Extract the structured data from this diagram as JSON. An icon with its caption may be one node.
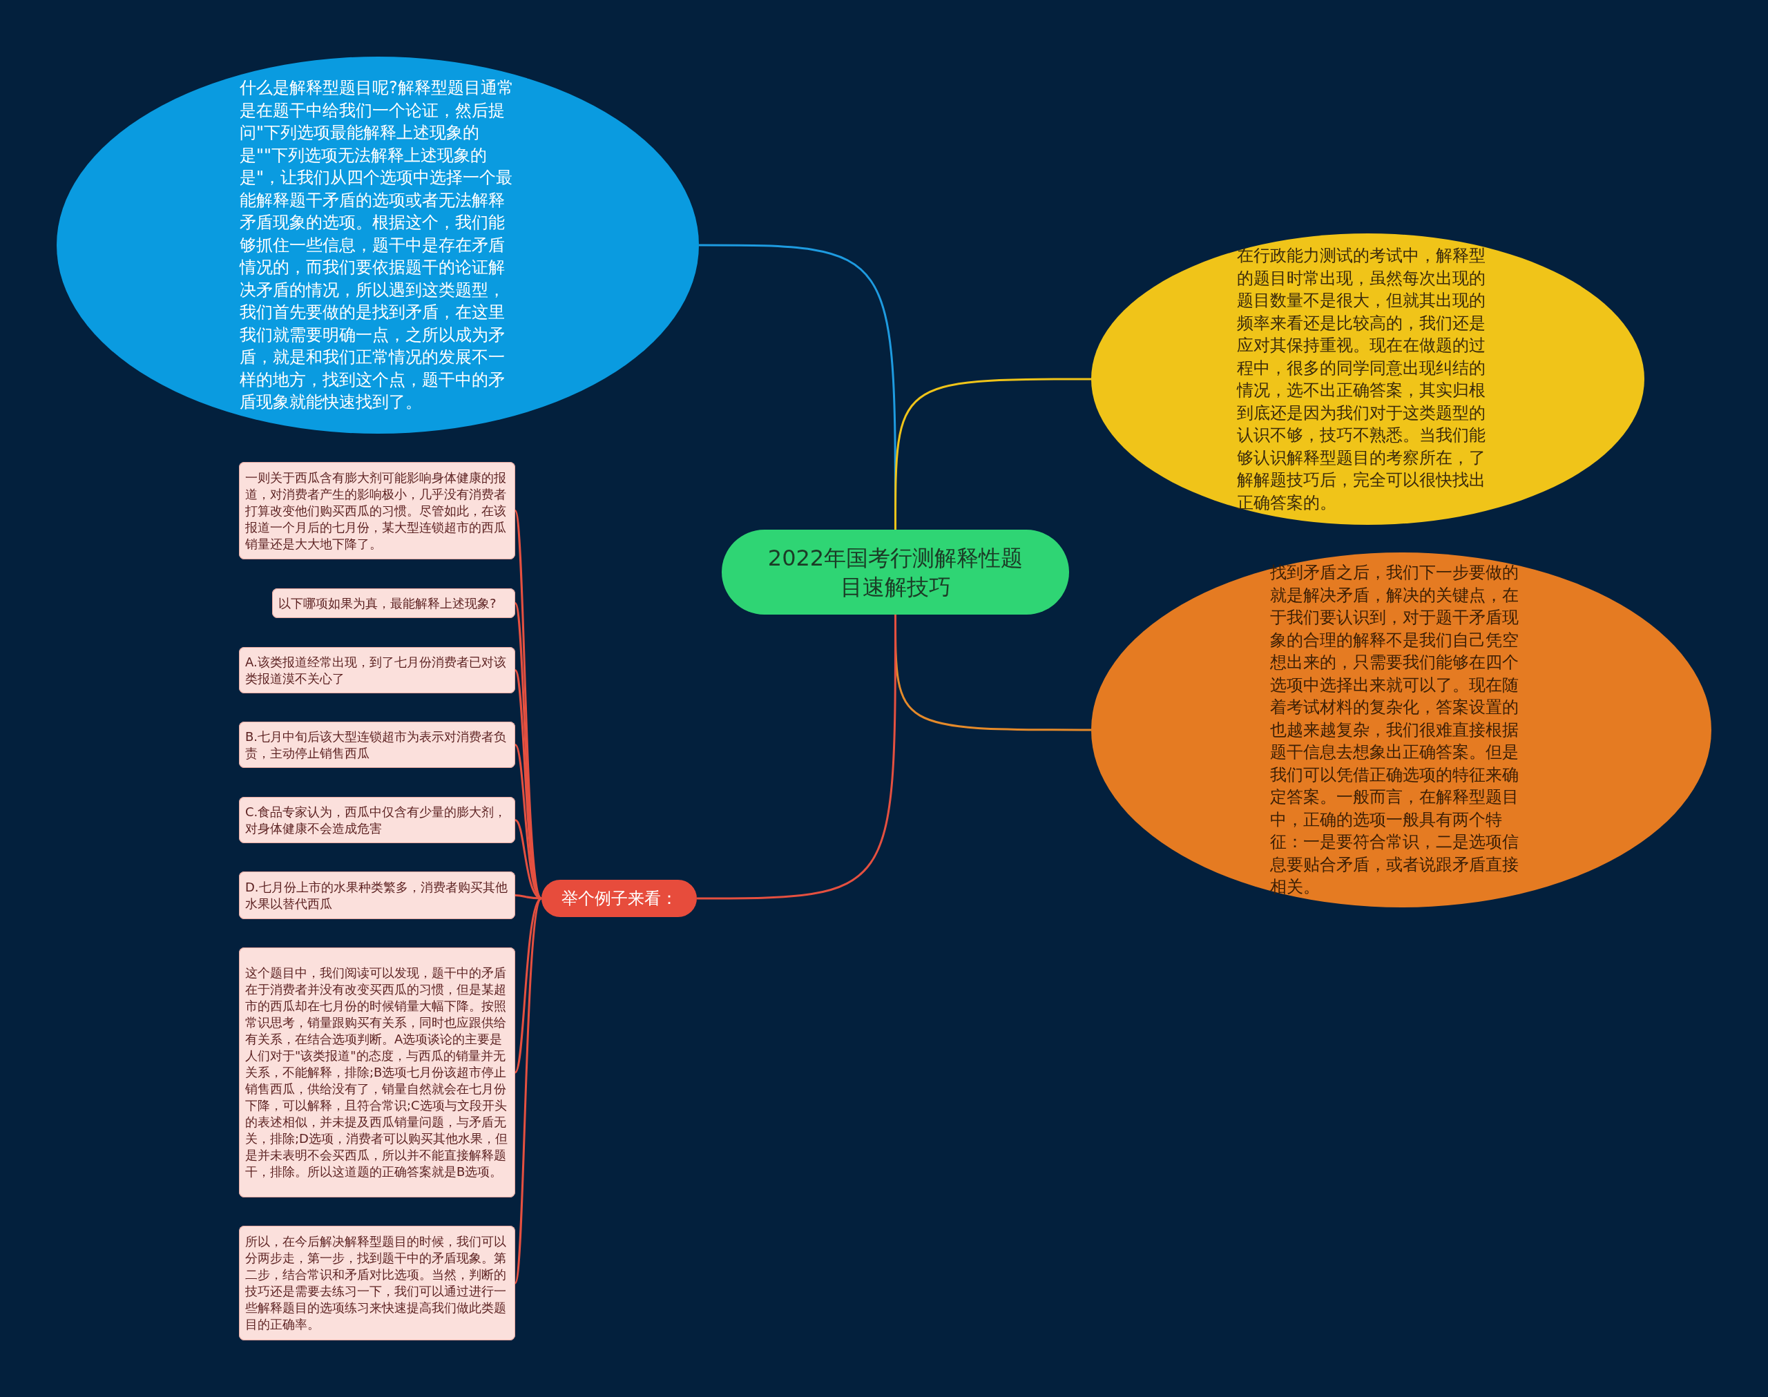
{
  "diagram": {
    "nodes": [
      {
        "text": [
          "2022年国考行测解释性题目速解技巧"
        ]
      },
      {
        "text": [
          "什么是解释型题目呢?解释型题目通常是在题干中给我们一个论证，然后提问\"下列选项最能解释上述现象的是\"\"下列选项无法解释上述现象的是\"，让我们从四个选项中选择一个最能解释题干矛盾的选项或者无法解释矛盾现象的选项。根据这个，我们能够抓住一些信息，题干中是存在矛盾情况的，而我们要依据题干的论证解决矛盾的情况，所以遇到这类题型，我们首先要做的是找到矛盾，在这里我们就需要明确一点，之所以成为矛盾，就是和我们正常情况的发展不一样的地方，找到这个点，题干中的矛盾现象就能快速找到了。"
        ]
      },
      {
        "text": [
          "在行政能力测试的考试中，解释型的题目时常出现，虽然每次出现的题目数量不是很大，但就其出现的频率来看还是比较高的，我们还是应对其保持重视。现在在做题的过程中，很多的同学同意出现纠结的情况，选不出正确答案，其实归根到底还是因为我们对于这类题型的认识不够，技巧不熟悉。当我们能够认识解释型题目的考察所在，了解解题技巧后，完全可以很快找出正确答案的。"
        ]
      },
      {
        "text": [
          "找到矛盾之后，我们下一步要做的就是解决矛盾，解决的关键点，在于我们要认识到，对于题干矛盾现象的合理的解释不是我们自己凭空想出来的，只需要我们能够在四个选项中选择出来就可以了。现在随着考试材料的复杂化，答案设置的也越来越复杂，我们很难直接根据题干信息去想象出正确答案。但是我们可以凭借正确选项的特征来确定答案。一般而言，在解释型题目中，正确的选项一般具有两个特征：一是要符合常识，二是选项信息要贴合矛盾，或者说跟矛盾直接相关。"
        ]
      },
      {
        "text": [
          "举个例子来看："
        ]
      },
      {
        "text": [
          "一则关于西瓜含有膨大剂可能影响身体健康的报道，对消费者产生的影响极小，几乎没有消费者打算改变他们购买西瓜的习惯。尽管如此，在该报道一个月后的七月份，某大型连锁超市的西瓜销量还是大大地下降了。"
        ]
      },
      {
        "text": [
          "以下哪项如果为真，最能解释上述现象?"
        ]
      },
      {
        "text": [
          "A.该类报道经常出现，到了七月份消费者已对该类报道漠不关心了"
        ]
      },
      {
        "text": [
          "B.七月中旬后该大型连锁超市为表示对消费者负责，主动停止销售西瓜"
        ]
      },
      {
        "text": [
          "C.食品专家认为，西瓜中仅含有少量的膨大剂，对身体健康不会造成危害"
        ]
      },
      {
        "text": [
          "D.七月份上市的水果种类繁多，消费者购买其他水果以替代西瓜"
        ]
      },
      {
        "text": [
          "这个题目中，我们阅读可以发现，题干中的矛盾在于消费者并没有改变买西瓜的习惯，但是某超市的西瓜却在七月份的时候销量大幅下降。按照常识思考，销量跟购买有关系，同时也应跟供给有关系，在结合选项判断。A选项谈论的主要是人们对于\"该类报道\"的态度，与西瓜的销量并无关系，不能解释，排除;B选项七月份该超市停止销售西瓜，供给没有了，销量自然就会在七月份下降，可以解释，且符合常识;C选项与文段开头的表述相似，并未提及西瓜销量问题，与矛盾无关，排除;D选项，消费者可以购买其他水果，但是并未表明不会买西瓜，所以并不能直接解释题干，排除。所以这道题的正确答案就是B选项。"
        ]
      },
      {
        "text": [
          "所以，在今后解决解释型题目的时候，我们可以分两步走，第一步，找到题干中的矛盾现象。第二步，结合常识和矛盾对比选项。当然，判断的技巧还是需要去练习一下，我们可以通过进行一些解释题目的选项练习来快速提高我们做此类题目的正确率。"
        ]
      }
    ],
    "edges": [
      {
        "from": 0,
        "to": 1,
        "arrow": "none",
        "color": "#1e9be0"
      },
      {
        "from": 0,
        "to": 2,
        "arrow": "none",
        "color": "#f0c419"
      },
      {
        "from": 0,
        "to": 3,
        "arrow": "none",
        "color": "#e58a2a"
      },
      {
        "from": 0,
        "to": 4,
        "arrow": "none"
      },
      {
        "from": 4,
        "to": 5,
        "arrow": "none"
      },
      {
        "from": 4,
        "to": 6,
        "arrow": "none"
      },
      {
        "from": 4,
        "to": 7,
        "arrow": "none"
      },
      {
        "from": 4,
        "to": 8,
        "arrow": "none"
      },
      {
        "from": 4,
        "to": 9,
        "arrow": "none"
      },
      {
        "from": 4,
        "to": 10,
        "arrow": "none"
      },
      {
        "from": 4,
        "to": 11,
        "arrow": "none"
      },
      {
        "from": 4,
        "to": 12,
        "arrow": "none"
      }
    ]
  }
}
